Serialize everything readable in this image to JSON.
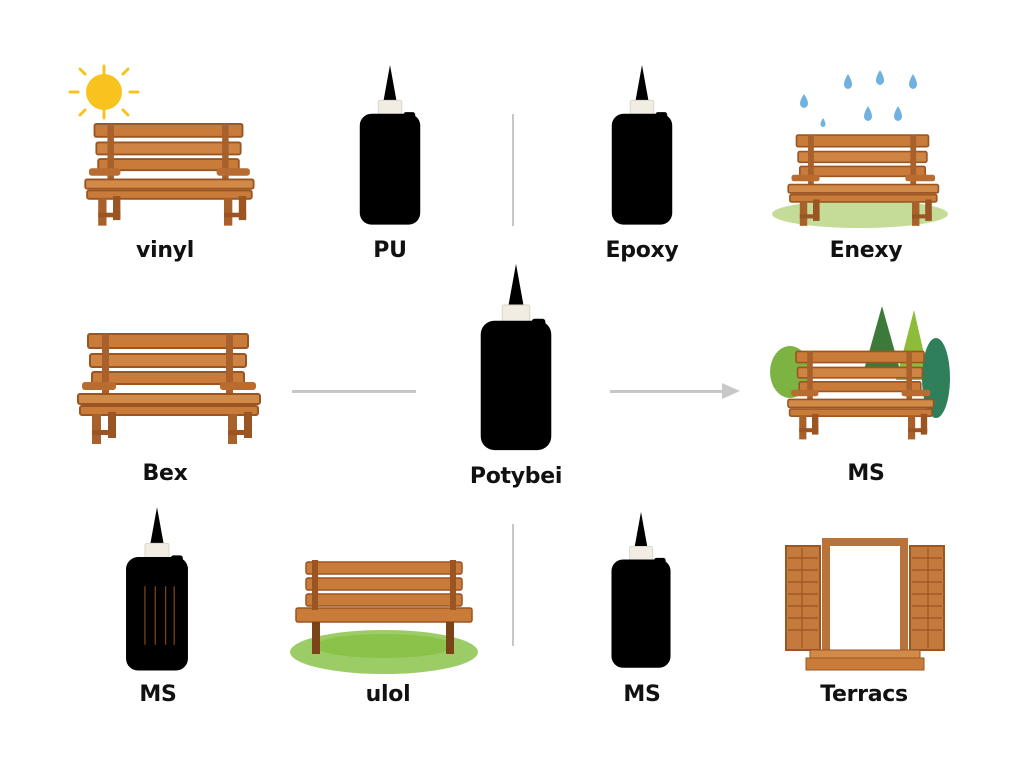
{
  "diagram": {
    "center": {
      "label": "Potybei",
      "icon": "blue-glue-bottle",
      "cap_color": "#e53935",
      "body_color": "#3b6fb6",
      "panel_color": "#8fb8e6"
    },
    "items": [
      {
        "position": "top-1",
        "label": "vinyl",
        "icon": "bench-in-sun"
      },
      {
        "position": "top-2",
        "label": "PU",
        "icon": "glue-bottle",
        "cap_color": "#1e8a96",
        "body_color": "#d8ecef",
        "panel_color": "#1b7e8a"
      },
      {
        "position": "top-3",
        "label": "Epoxy",
        "icon": "glue-bottle",
        "cap_color": "#e8621a",
        "body_color": "#fbe39a",
        "panel_color": "#d45c12"
      },
      {
        "position": "top-4",
        "label": "Enexy",
        "icon": "bench-in-rain"
      },
      {
        "position": "mid-left",
        "label": "Bex",
        "icon": "bench"
      },
      {
        "position": "mid-right",
        "label": "MS",
        "icon": "bench-with-trees"
      },
      {
        "position": "bottom-1",
        "label": "MS",
        "icon": "wood-glue-bottle",
        "cap_color": "#ef7a16",
        "body_color": "#f9b92c",
        "panel_color": "#a2602a"
      },
      {
        "position": "bottom-2",
        "label": "ulol",
        "icon": "bench-on-grass"
      },
      {
        "position": "bottom-3",
        "label": "MS",
        "icon": "glue-bottle",
        "cap_color": "#7a1c1c",
        "body_color": "#fbe39a",
        "panel_color": "#6e2420"
      },
      {
        "position": "bottom-4",
        "label": "Terracs",
        "icon": "wooden-door-frame"
      }
    ],
    "connectors": [
      {
        "from": "mid-left",
        "to": "center",
        "style": "line"
      },
      {
        "from": "center",
        "to": "mid-right",
        "style": "arrow"
      },
      {
        "from": "top-2",
        "to": "top-3",
        "style": "vertical-divider"
      },
      {
        "from": "bottom-2",
        "to": "bottom-3",
        "style": "vertical-divider"
      }
    ],
    "colors": {
      "wood": "#c97b3a",
      "wood_dark": "#9a5522",
      "grass": "#9ccc65",
      "rain": "#6fb2e0",
      "sun": "#f9c31f",
      "connector": "#c8c8c8"
    }
  }
}
